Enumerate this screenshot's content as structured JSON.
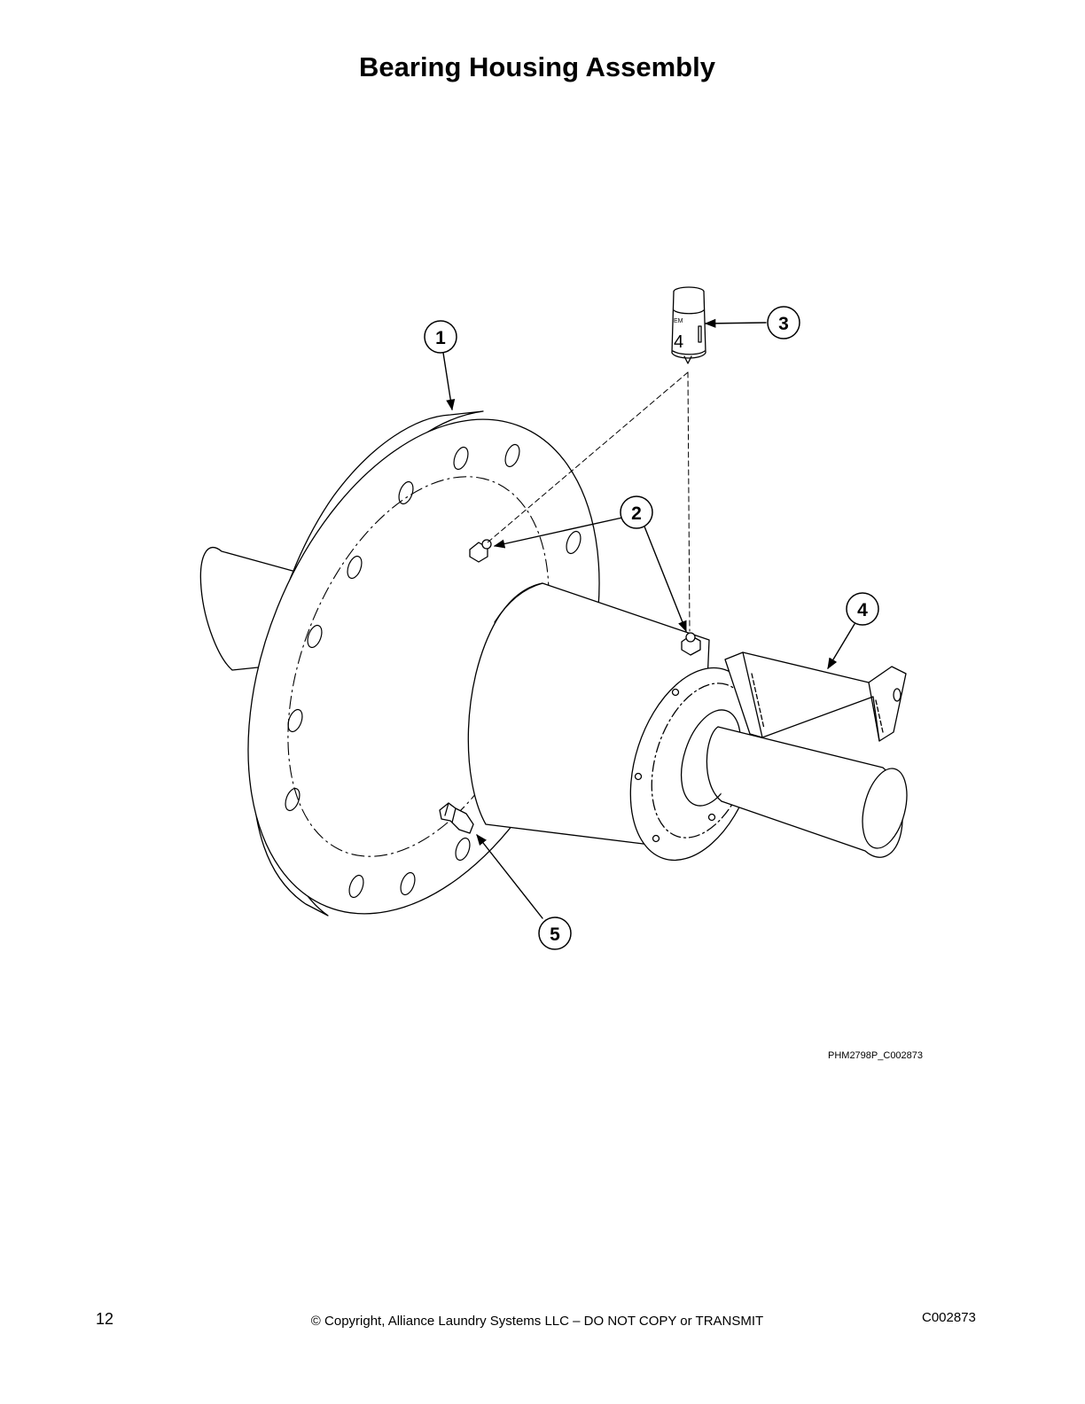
{
  "page": {
    "title": "Bearing Housing Assembly",
    "figure_id": "PHM2798P_C002873",
    "footer": {
      "page_number": "12",
      "copyright": "© Copyright, Alliance Laundry Systems LLC – DO NOT COPY or TRANSMIT",
      "doc_code": "C002873"
    }
  },
  "diagram": {
    "callouts": [
      "1",
      "2",
      "3",
      "4",
      "5"
    ],
    "lubricator_label": "EM",
    "lubricator_number": "4",
    "colors": {
      "line": "#000000",
      "background": "#ffffff"
    }
  }
}
